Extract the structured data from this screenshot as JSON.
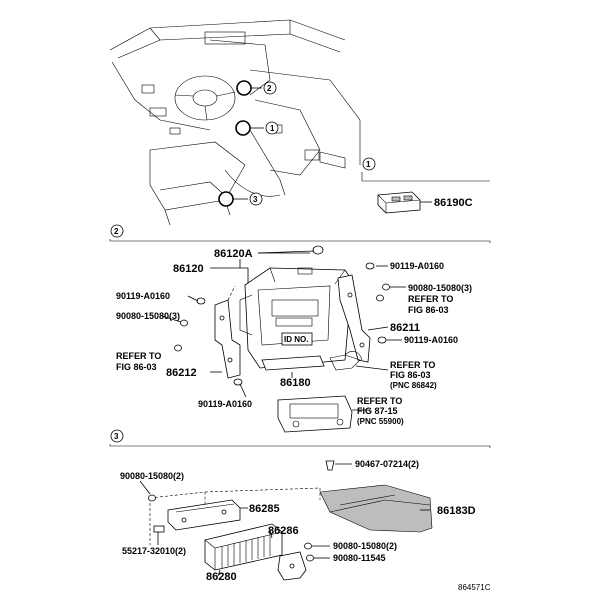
{
  "section_markers": [
    "1",
    "2",
    "3"
  ],
  "vehicle_callouts": [
    "2",
    "1",
    "3"
  ],
  "section1": {
    "part": "86190C"
  },
  "section2": {
    "parts": {
      "p86120A": "86120A",
      "p86120": "86120",
      "p90119_a0160_tr": "90119-A0160",
      "p90119_a0160_l": "90119-A0160",
      "p90080_15080_r": "90080-15080(3)",
      "p90080_15080_l": "90080-15080(3)",
      "p86211": "86211",
      "p90119_a0160_r": "90119-A0160",
      "p86212": "86212",
      "p86180": "86180",
      "p90119_a0160_b": "90119-A0160"
    },
    "refs": {
      "ref_r1_a": "REFER TO",
      "ref_r1_b": "FIG 86-03",
      "ref_l_a": "REFER TO",
      "ref_l_b": "FIG 86-03",
      "ref_r2_a": "REFER TO",
      "ref_r2_b": "FIG 86-03",
      "ref_r2_c": "(PNC 86842)",
      "ref_r3_a": "REFER TO",
      "ref_r3_b": "FIG 87-15",
      "ref_r3_c": "(PNC 55900)"
    },
    "id_plate": "ID NO."
  },
  "section3": {
    "parts": {
      "p90080_15080_l": "90080-15080(2)",
      "p90467_07214": "90467-07214(2)",
      "p86285": "86285",
      "p86183D": "86183D",
      "p86286": "86286",
      "p55217_32010": "55217-32010(2)",
      "p90080_15080_r": "90080-15080(2)",
      "p86280": "86280",
      "p90080_11545": "90080-11545"
    }
  },
  "figure_code": "864571C"
}
